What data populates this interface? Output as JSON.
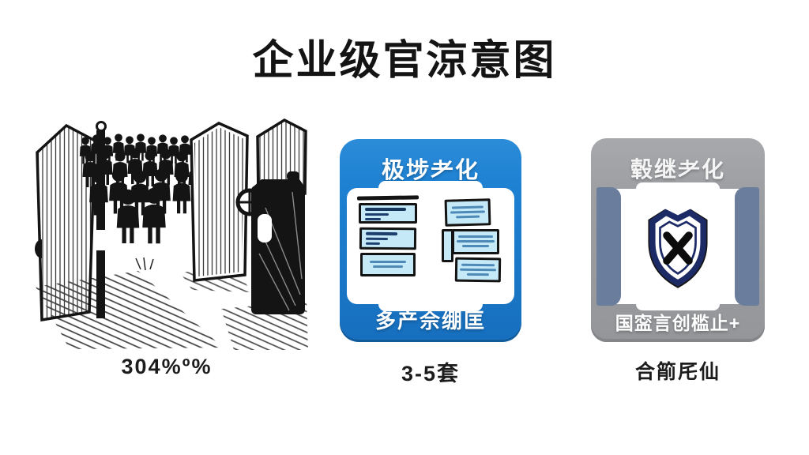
{
  "title": "企业级官涼意图",
  "panels": {
    "gate": {
      "illustration": "crowd-at-open-gates-sketch",
      "caption": "304%º%"
    },
    "docs": {
      "header": "极埗耂化",
      "footer": "多产佘绷匡",
      "caption": "3-5套",
      "left_stack_count": 3,
      "right_stack_count": 3
    },
    "security": {
      "header": "毂继耂化",
      "icon": "shield-x-icon",
      "footer": "国寍言创槛止+",
      "caption": "合箾厇仙"
    }
  },
  "colors": {
    "card_blue": "#1e81d2",
    "card_blue_dark": "#176fbe",
    "card_gray": "#9c9ea1",
    "card_gray_dark": "#84868a",
    "slate": "#6b7d9c",
    "doc_fill": "#c5e9f7",
    "shield_navy": "#1c2a66",
    "ink": "#161616"
  }
}
